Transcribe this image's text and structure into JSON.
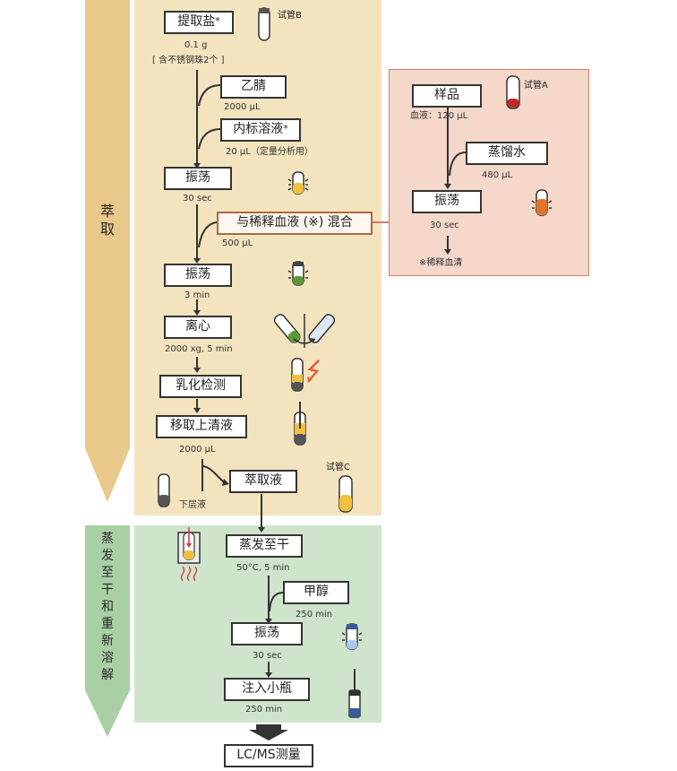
{
  "stages": {
    "extract": "萃取",
    "dry": "蒸发至干和重新溶解"
  },
  "steps": {
    "salt": "提取盐",
    "salt_qty": "0.1 g",
    "salt_note": "[ 含不锈钢珠2个 ]",
    "acetonitrile": "乙腈",
    "acetonitrile_qty": "2000 μL",
    "istd": "内标溶液",
    "istd_qty": "20 μL（定量分析用）",
    "shake1": "振荡",
    "shake1_time": "30 sec",
    "mix": "与稀释血液 (※) 混合",
    "mix_qty": "500 μL",
    "shake2": "振荡",
    "shake2_time": "3 min",
    "centrifuge": "离心",
    "centrifuge_cond": "2000 xg, 5 min",
    "emulsion": "乳化检测",
    "transfer": "移取上清液",
    "transfer_qty": "2000 μL",
    "lower": "下层液",
    "extractant": "萃取液",
    "evaporate": "蒸发至干",
    "evaporate_cond": "50°C, 5 min",
    "methanol": "甲醇",
    "methanol_qty": "250 min",
    "shake3": "振荡",
    "shake3_time": "30 sec",
    "inject": "注入小瓶",
    "inject_qty": "250 min",
    "lcms": "LC/MS测量"
  },
  "tubes": {
    "b": "试管B",
    "c": "试管C",
    "a": "试管A"
  },
  "sample_panel": {
    "sample": "样品",
    "sample_qty": "血液：120 μL",
    "water": "蒸馏水",
    "water_qty": "480 μL",
    "shake": "振荡",
    "shake_time": "30 sec",
    "result": "※稀释血清"
  },
  "colors": {
    "extract_bg": "#f3e4bf",
    "extract_arrow": "#e9c98a",
    "dry_bg": "#cfe5cb",
    "dry_arrow": "#a9cfa4",
    "sample_bg": "#f5d8c9",
    "sample_border": "#c9836a"
  }
}
